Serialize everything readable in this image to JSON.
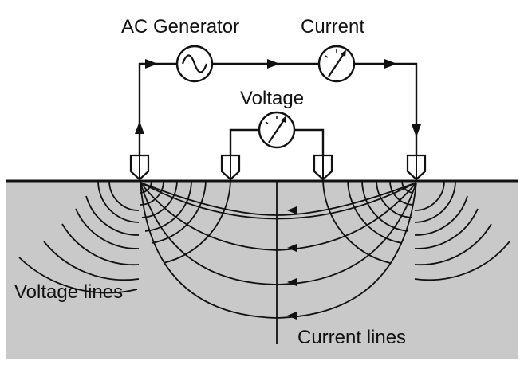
{
  "labels": {
    "ac_generator": "AC Generator",
    "current": "Current",
    "voltage": "Voltage",
    "voltage_lines": "Voltage lines",
    "current_lines": "Current lines"
  },
  "colors": {
    "ground": "#c9c9c9",
    "ink": "#111111",
    "background": "#ffffff"
  },
  "icons": {
    "generator": "ac-sine-wave-icon",
    "current_meter": "current-meter-dial-icon",
    "voltage_meter": "voltage-meter-dial-icon",
    "electrodes": "electrode-icon"
  }
}
